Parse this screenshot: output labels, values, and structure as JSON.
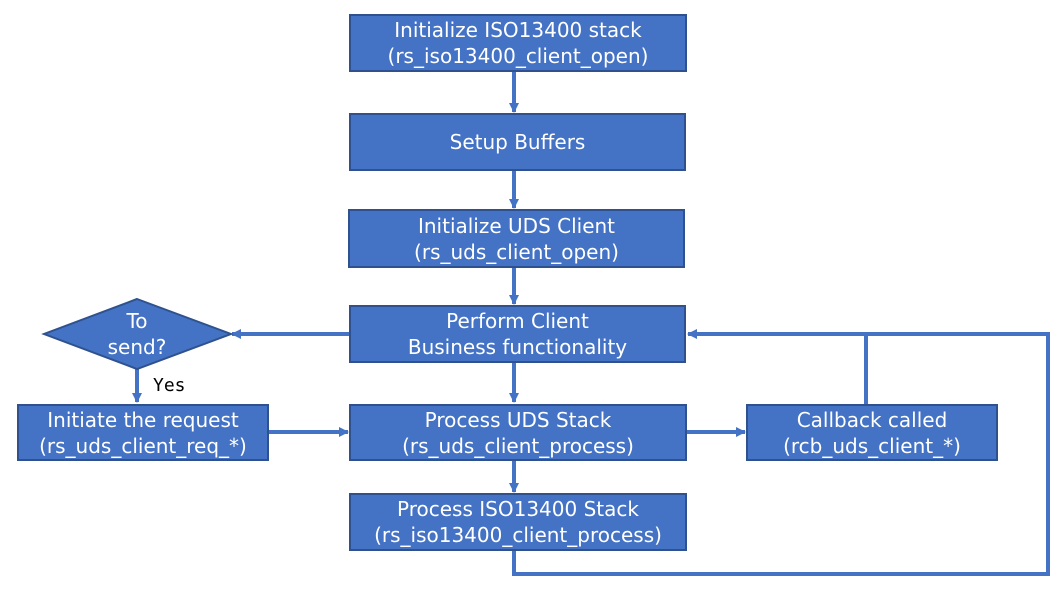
{
  "nodes": {
    "init_iso": {
      "line1": "Initialize ISO13400 stack",
      "line2": "(rs_iso13400_client_open)"
    },
    "setup_buffers": {
      "line1": "Setup Buffers"
    },
    "init_uds": {
      "line1": "Initialize UDS Client",
      "line2": "(rs_uds_client_open)"
    },
    "perform": {
      "line1": "Perform Client",
      "line2": "Business functionality"
    },
    "to_send": {
      "line1": "To",
      "line2": "send?"
    },
    "initiate": {
      "line1": "Initiate the request",
      "line2": "(rs_uds_client_req_*)"
    },
    "process_uds": {
      "line1": "Process UDS Stack",
      "line2": "(rs_uds_client_process)"
    },
    "callback": {
      "line1": "Callback called",
      "line2": "(rcb_uds_client_*)"
    },
    "process_iso": {
      "line1": "Process ISO13400 Stack",
      "line2": "(rs_iso13400_client_process)"
    }
  },
  "edge_labels": {
    "yes": "Yes"
  },
  "colors": {
    "box_fill": "#4472c4",
    "box_border": "#2f528f",
    "connector": "#4472c4",
    "text": "#ffffff"
  }
}
